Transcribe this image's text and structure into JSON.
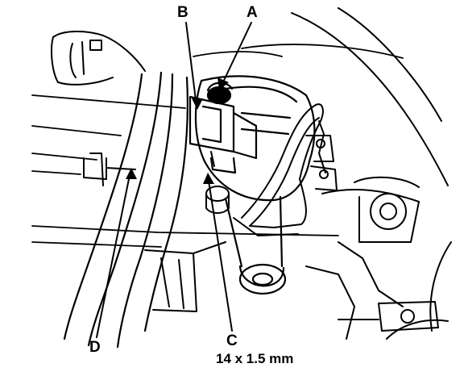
{
  "callouts": {
    "a": "A",
    "b": "B",
    "c": "C",
    "d": "D"
  },
  "fastener_spec": "14 x 1.5 mm",
  "colors": {
    "ink": "#000000",
    "paper": "#ffffff"
  }
}
